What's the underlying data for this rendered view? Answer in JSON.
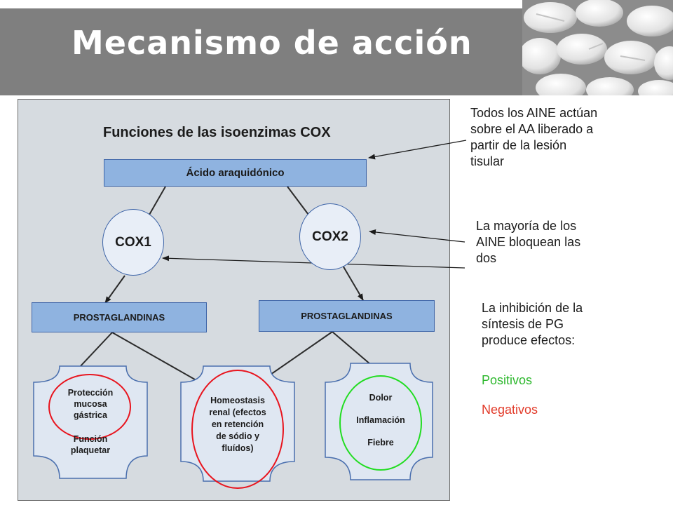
{
  "slide": {
    "title": "Mecanismo de acción"
  },
  "figure": {
    "title": "Funciones de las isoenzimas COX",
    "top_box": "Ácido araquidónico",
    "enzymes": [
      "COX1",
      "COX2"
    ],
    "prostaglandin_boxes": [
      "PROSTAGLANDINAS",
      "PROSTAGLANDINAS"
    ],
    "effects": {
      "left": {
        "line1": "Protección",
        "line2": "mucosa",
        "line3": "gástrica",
        "line4": "Función",
        "line5": "plaquetar"
      },
      "middle": {
        "line1": "Homeostasis",
        "line2": "renal (efectos",
        "line3": "en retención",
        "line4": "de sódio y",
        "line5": "fluídos)"
      },
      "right": {
        "line1": "Dolor",
        "line2": "Inflamación",
        "line3": "Fiebre"
      }
    }
  },
  "notes": {
    "note1": {
      "line1": "Todos los AINE actúan",
      "line2": "sobre el AA liberado a",
      "line3": "partir de la lesión",
      "line4": "tisular"
    },
    "note2": {
      "line1": "La mayoría de los",
      "line2": "AINE bloquean las",
      "line3": "dos"
    },
    "note3": {
      "line1": "La inhibición de la",
      "line2": "síntesis de PG",
      "line3": "produce efectos:"
    },
    "positive": "Positivos",
    "negative": "Negativos"
  },
  "colors": {
    "positive": "#2eb82e",
    "negative": "#e23b2a",
    "box_fill": "#8fb3e0",
    "panel_bg": "#d6dbe0"
  },
  "icons": [
    "pills-photo"
  ]
}
